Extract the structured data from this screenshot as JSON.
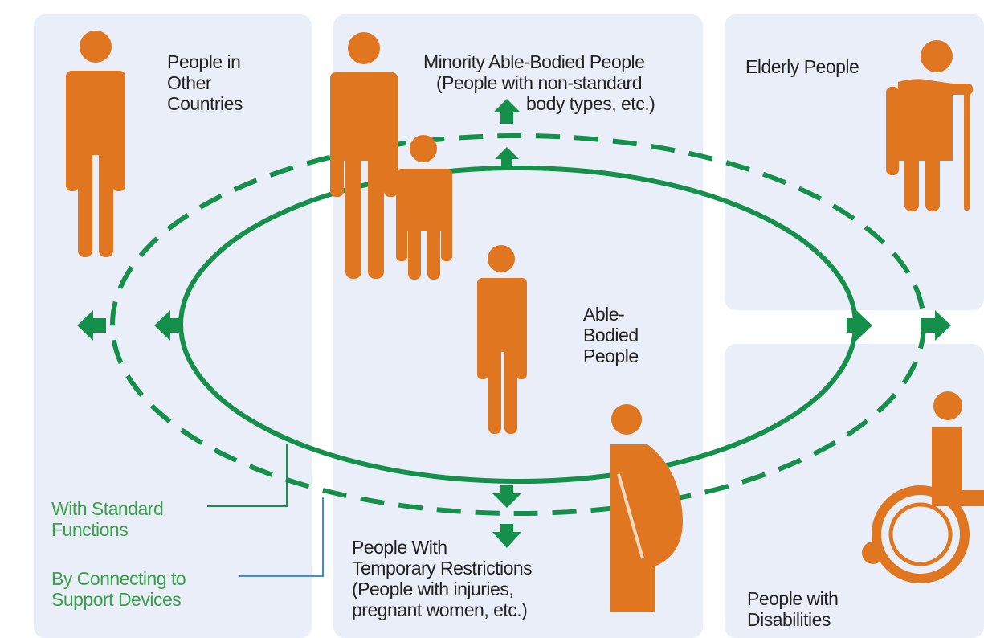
{
  "colors": {
    "panel": "#e9eef8",
    "figure": "#e0761f",
    "ring": "#15904a",
    "green_text": "#3aa04a",
    "leader_blue": "#3a8fd8",
    "text": "#222222"
  },
  "labels": {
    "other_countries": [
      "People in",
      "Other",
      "Countries"
    ],
    "minority": [
      "Minority Able-Bodied People",
      "(People with non-standard",
      "body types, etc.)"
    ],
    "elderly": "Elderly People",
    "able_bodied": [
      "Able-",
      "Bodied",
      "People"
    ],
    "temporary": [
      "People With",
      "Temporary Restrictions",
      "(People with injuries,",
      "pregnant women, etc.)"
    ],
    "disabilities": [
      "People with",
      "Disabilities"
    ],
    "standard_functions": [
      "With Standard",
      "Functions"
    ],
    "support_devices": [
      "By Connecting to",
      "Support Devices"
    ]
  },
  "icons": [
    "person-icon-other-countries",
    "adult-icon-minority",
    "child-icon-minority",
    "person-icon-able-bodied",
    "elderly-with-cane-icon",
    "pregnant-woman-icon",
    "wheelchair-user-icon"
  ]
}
